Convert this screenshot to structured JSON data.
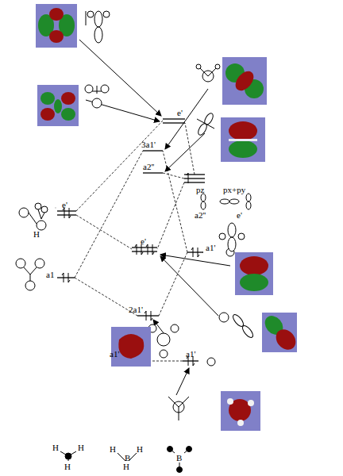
{
  "diagram": {
    "labels": [
      "e'",
      "3a1'",
      "a2''",
      "pz",
      "px+py",
      "a2''",
      "e'",
      "e'",
      "H",
      "e'",
      "a1'",
      "a1",
      "2a1'",
      "a1'",
      "a1'",
      "H",
      "H",
      "H",
      "H",
      "B",
      "H",
      "H",
      "B"
    ]
  }
}
